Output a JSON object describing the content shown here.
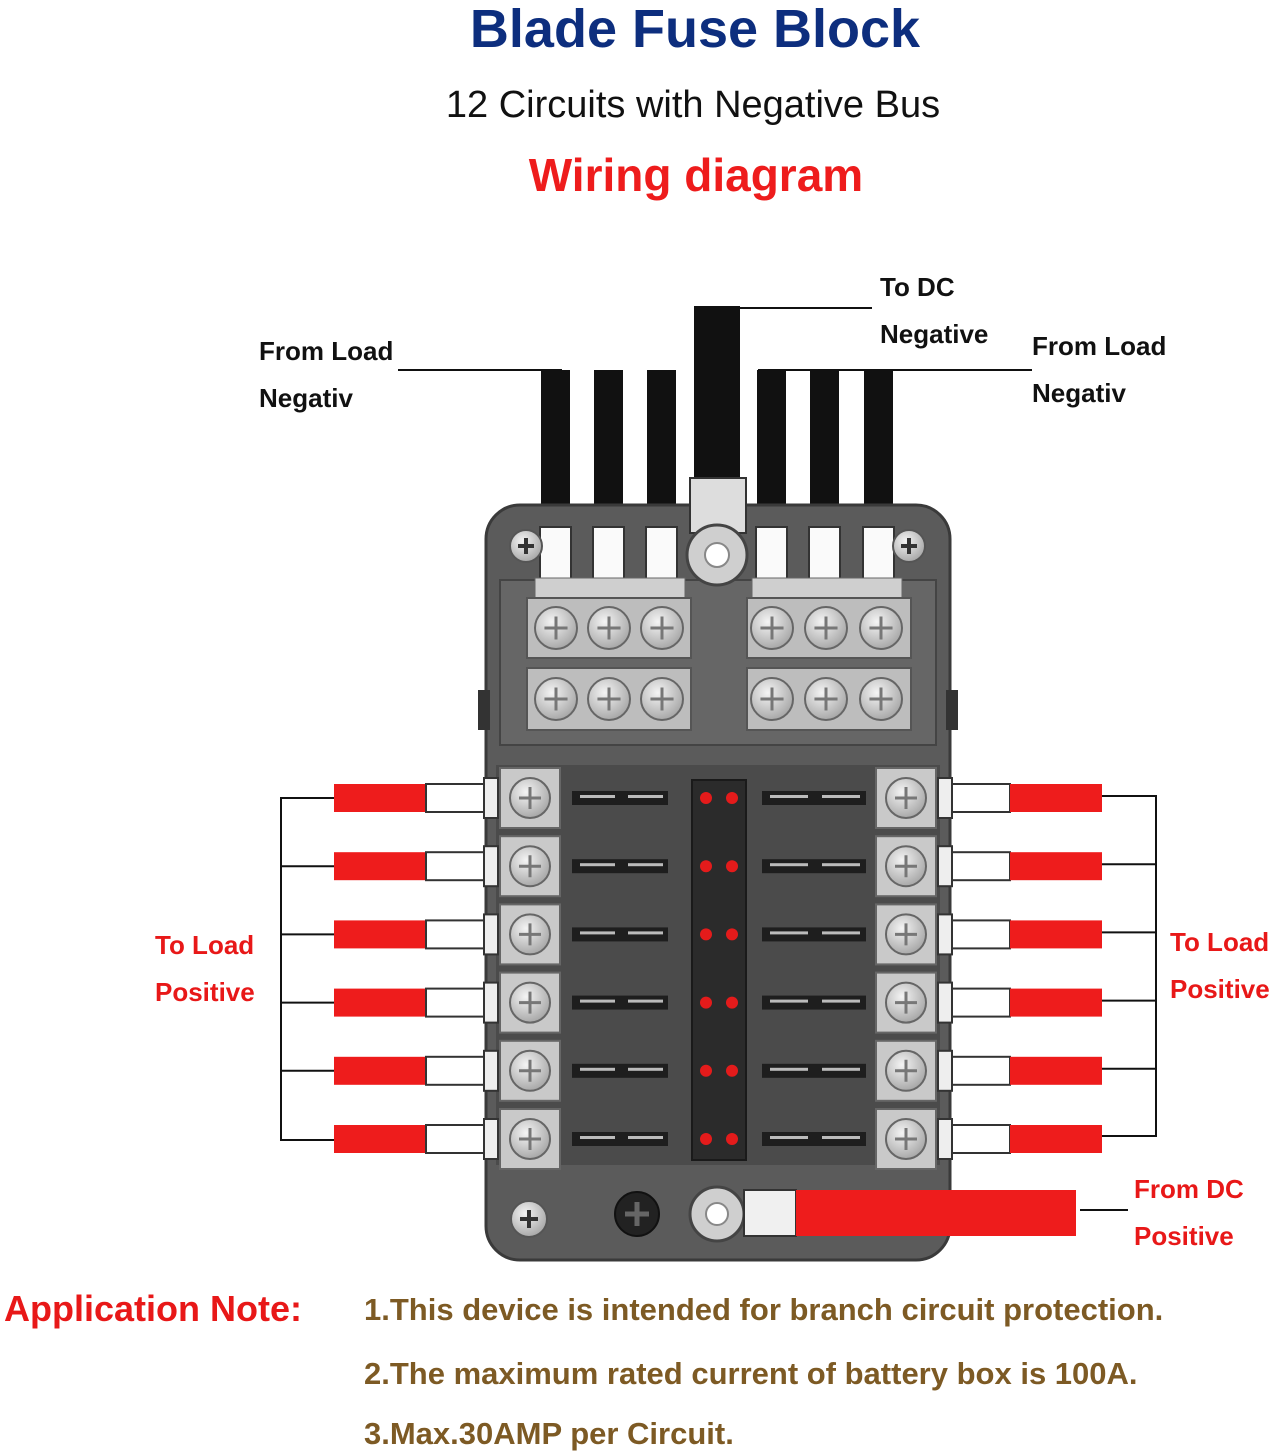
{
  "header": {
    "title": "Blade Fuse Block",
    "subtitle": "12 Circuits with Negative Bus",
    "diagram_heading": "Wiring diagram"
  },
  "labels": {
    "from_load_negative_left": [
      "From Load",
      "Negativ"
    ],
    "to_dc_negative": [
      "To DC",
      "Negative"
    ],
    "from_load_negative_right": [
      "From Load",
      "Negativ"
    ],
    "to_load_positive_left": [
      "To Load",
      "Positive"
    ],
    "to_load_positive_right": [
      "To Load",
      "Positive"
    ],
    "from_dc_positive": [
      "From DC",
      "Positive"
    ]
  },
  "application_note": {
    "title": "Application Note:",
    "items": [
      "1.This device is intended for branch circuit protection.",
      "2.The maximum rated current of battery box is 100A.",
      "3.Max.30AMP per Circuit."
    ]
  },
  "colors": {
    "title": "#0d2e7e",
    "accent_red": "#ee1c1c",
    "note_text": "#7d5a24",
    "block_body": "#555555",
    "wire_negative": "#111111",
    "wire_positive": "#ee1c1c"
  }
}
